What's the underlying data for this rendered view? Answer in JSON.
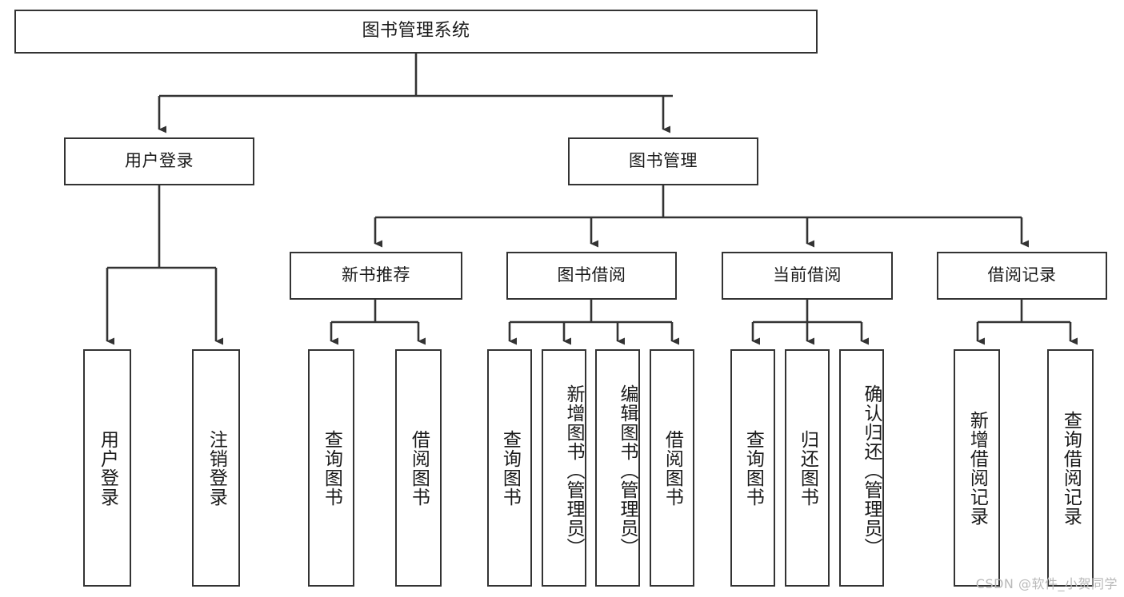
{
  "diagram": {
    "title": "图书管理系统",
    "type": "tree-hierarchy",
    "orientation": "top-down",
    "colors": {
      "background": "#ffffff",
      "node_fill": "#ffffff",
      "node_border": "#333333",
      "edge": "#333333",
      "text": "#1a1a1a",
      "watermark": "#b9b9b9"
    }
  },
  "nodes": {
    "root": {
      "label": "图书管理系统",
      "level": 1
    },
    "level2": [
      {
        "id": "user-login",
        "label": "用户登录",
        "level": 2
      },
      {
        "id": "book-manage",
        "label": "图书管理",
        "level": 2
      }
    ],
    "level3": [
      {
        "id": "new-book-recommend",
        "label": "新书推荐",
        "level": 3,
        "parent": "book-manage"
      },
      {
        "id": "book-borrow",
        "label": "图书借阅",
        "level": 3,
        "parent": "book-manage"
      },
      {
        "id": "current-borrow",
        "label": "当前借阅",
        "level": 3,
        "parent": "book-manage"
      },
      {
        "id": "borrow-record",
        "label": "借阅记录",
        "level": 3,
        "parent": "book-manage"
      }
    ],
    "leaves": [
      {
        "id": "leaf-user-login",
        "label": "用户登录",
        "parent": "user-login"
      },
      {
        "id": "leaf-logout",
        "label": "注销登录",
        "parent": "user-login"
      },
      {
        "id": "leaf-query-book-1",
        "label": "查询图书",
        "parent": "new-book-recommend"
      },
      {
        "id": "leaf-borrow-book-1",
        "label": "借阅图书",
        "parent": "new-book-recommend"
      },
      {
        "id": "leaf-query-book-2",
        "label": "查询图书",
        "parent": "book-borrow"
      },
      {
        "id": "leaf-add-book",
        "label": "新增图书（管理员）",
        "parent": "book-borrow"
      },
      {
        "id": "leaf-edit-book",
        "label": "编辑图书（管理员）",
        "parent": "book-borrow"
      },
      {
        "id": "leaf-borrow-book-2",
        "label": "借阅图书",
        "parent": "book-borrow"
      },
      {
        "id": "leaf-query-book-3",
        "label": "查询图书",
        "parent": "current-borrow"
      },
      {
        "id": "leaf-return-book",
        "label": "归还图书",
        "parent": "current-borrow"
      },
      {
        "id": "leaf-confirm-return",
        "label": "确认归还（管理员）",
        "parent": "current-borrow"
      },
      {
        "id": "leaf-add-record",
        "label": "新增借阅记录",
        "parent": "borrow-record"
      },
      {
        "id": "leaf-query-record",
        "label": "查询借阅记录",
        "parent": "borrow-record"
      }
    ]
  },
  "watermark": {
    "text": "CSDN @软件_小贺同学"
  }
}
